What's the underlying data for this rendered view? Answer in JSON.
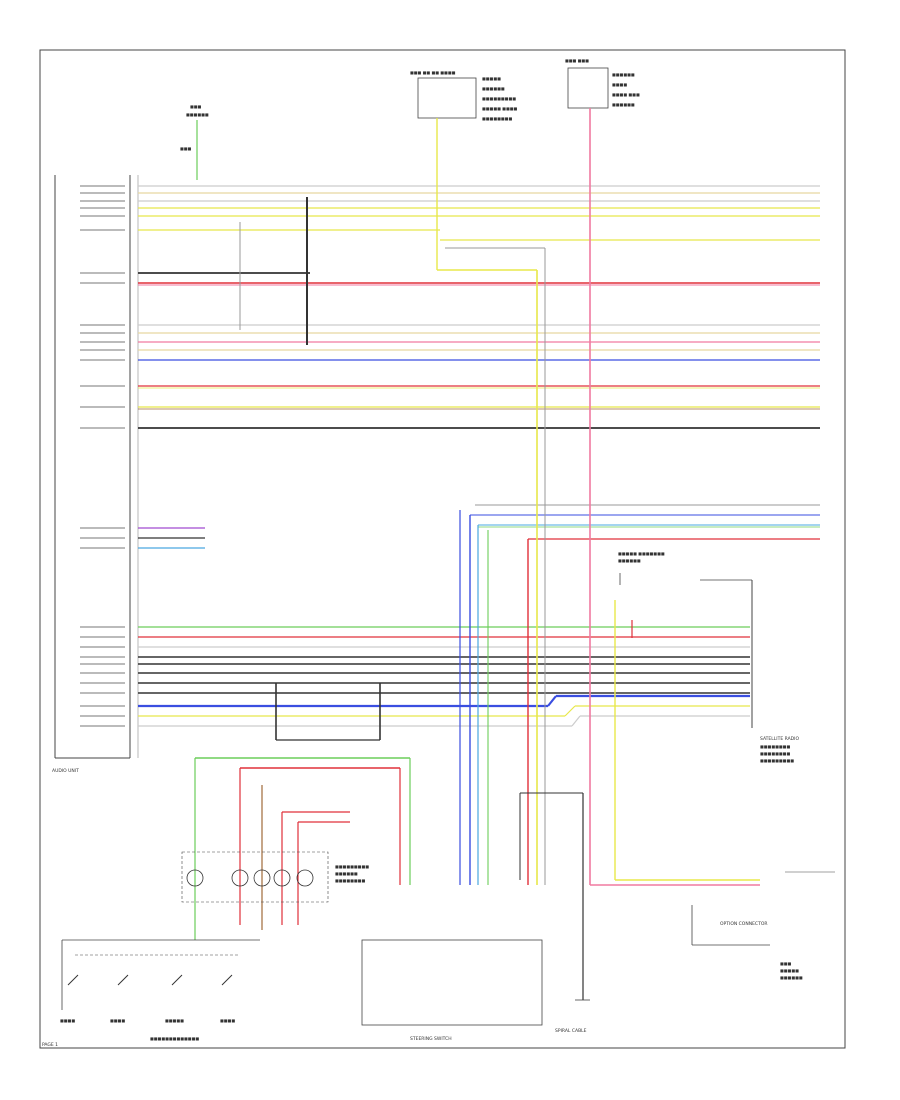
{
  "diagram": {
    "page_number": "PAGE 1",
    "connector_labels": [
      "AUDIO UNIT",
      "STEERING SWITCH",
      "SATELLITE RADIO",
      "OPTION CONNECTOR",
      "SPIRAL CABLE"
    ],
    "colors": {
      "frame": "#444444",
      "black": "#333333",
      "gray": "#999999",
      "red": "#e0303a",
      "pink": "#f07aa0",
      "yellow": "#e8e84a",
      "green": "#6ccd5a",
      "blue": "#3a4ee0",
      "light_blue": "#4aa8e0",
      "violet": "#a04ad0",
      "brown": "#a06a3a",
      "orange": "#e8903a",
      "white_wire": "#cccccc"
    }
  }
}
